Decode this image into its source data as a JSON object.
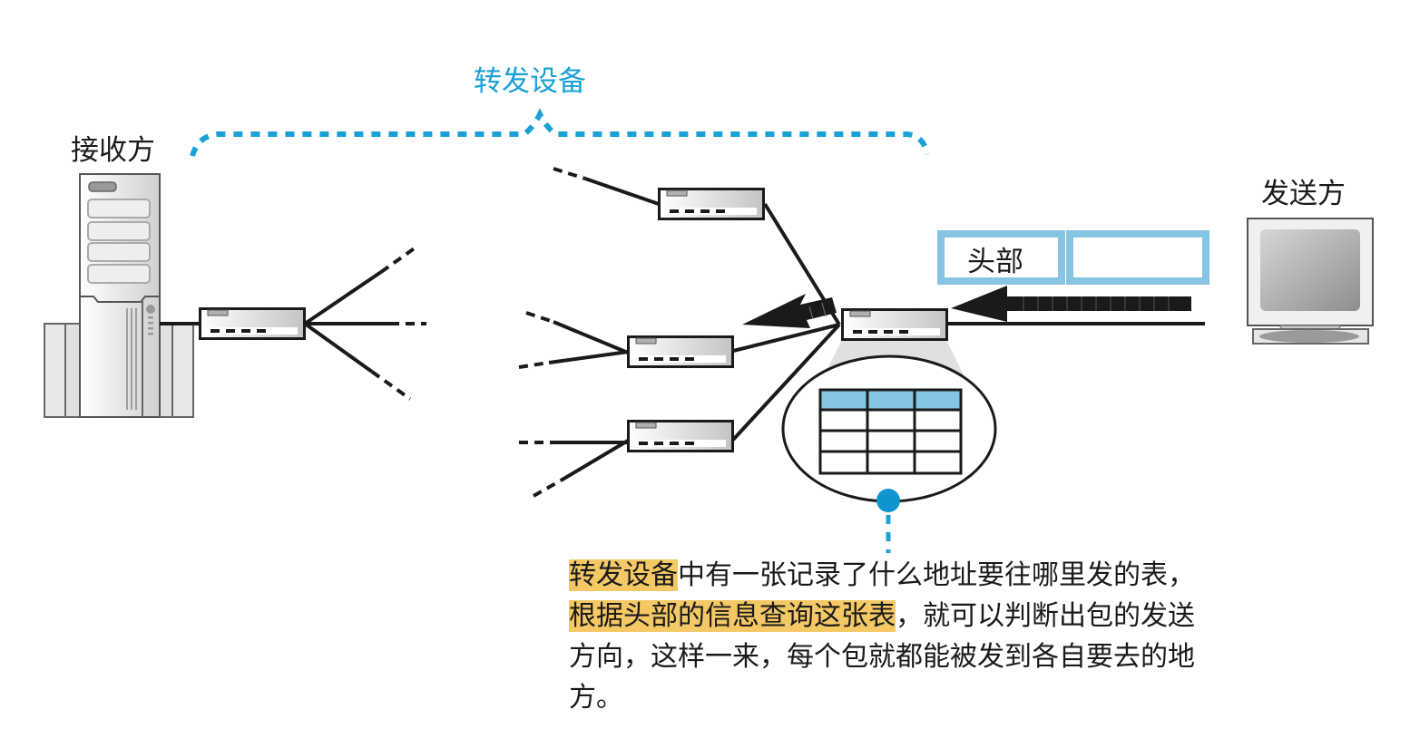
{
  "labels": {
    "forwarding_devices": "转发设备",
    "receiver": "接收方",
    "sender": "发送方",
    "header": "头部"
  },
  "caption": {
    "segments": [
      {
        "text": "转发设备",
        "highlight": true
      },
      {
        "text": "中有一张记录了什么地址要往哪里发的表，",
        "highlight": false
      },
      {
        "text": "根据头部的信息查询这张表",
        "highlight": true
      },
      {
        "text": "，就可以判断出包的发送方向，这样一来，每个包就都能被发到各自要去的地方。",
        "highlight": false
      }
    ]
  },
  "colors": {
    "accent_blue": "#1aa0d6",
    "packet_blue": "#85c5e2",
    "highlight_yellow": "#f4c865",
    "table_header": "#85c5e2"
  },
  "table": {
    "columns": 3,
    "rows": 4
  }
}
